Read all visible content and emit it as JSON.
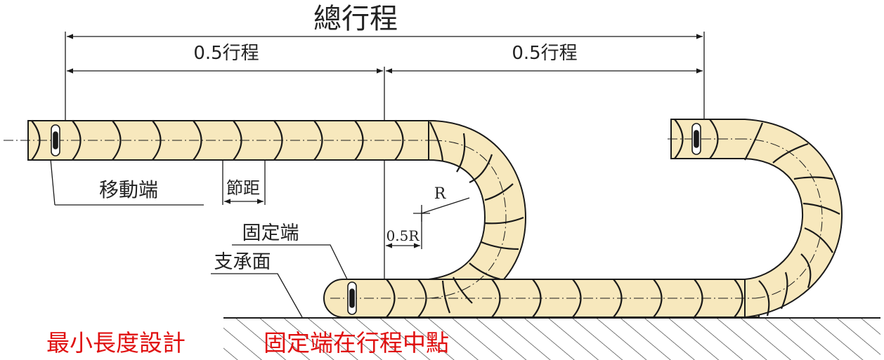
{
  "labels": {
    "total_stroke": "總行程",
    "half_stroke_left": "0.5行程",
    "half_stroke_right": "0.5行程",
    "moving_end": "移動端",
    "pitch": "節距",
    "radius": "R",
    "fixed_end": "固定端",
    "half_radius": "0.5R",
    "support_surface": "支承面",
    "caption_min_length": "最小長度設計",
    "caption_fixed_mid": "固定端在行程中點"
  },
  "colors": {
    "link_fill": "#f7e8bd",
    "line": "#1a1a1a",
    "caption": "#e01010",
    "ground_hatch": "#333333"
  }
}
